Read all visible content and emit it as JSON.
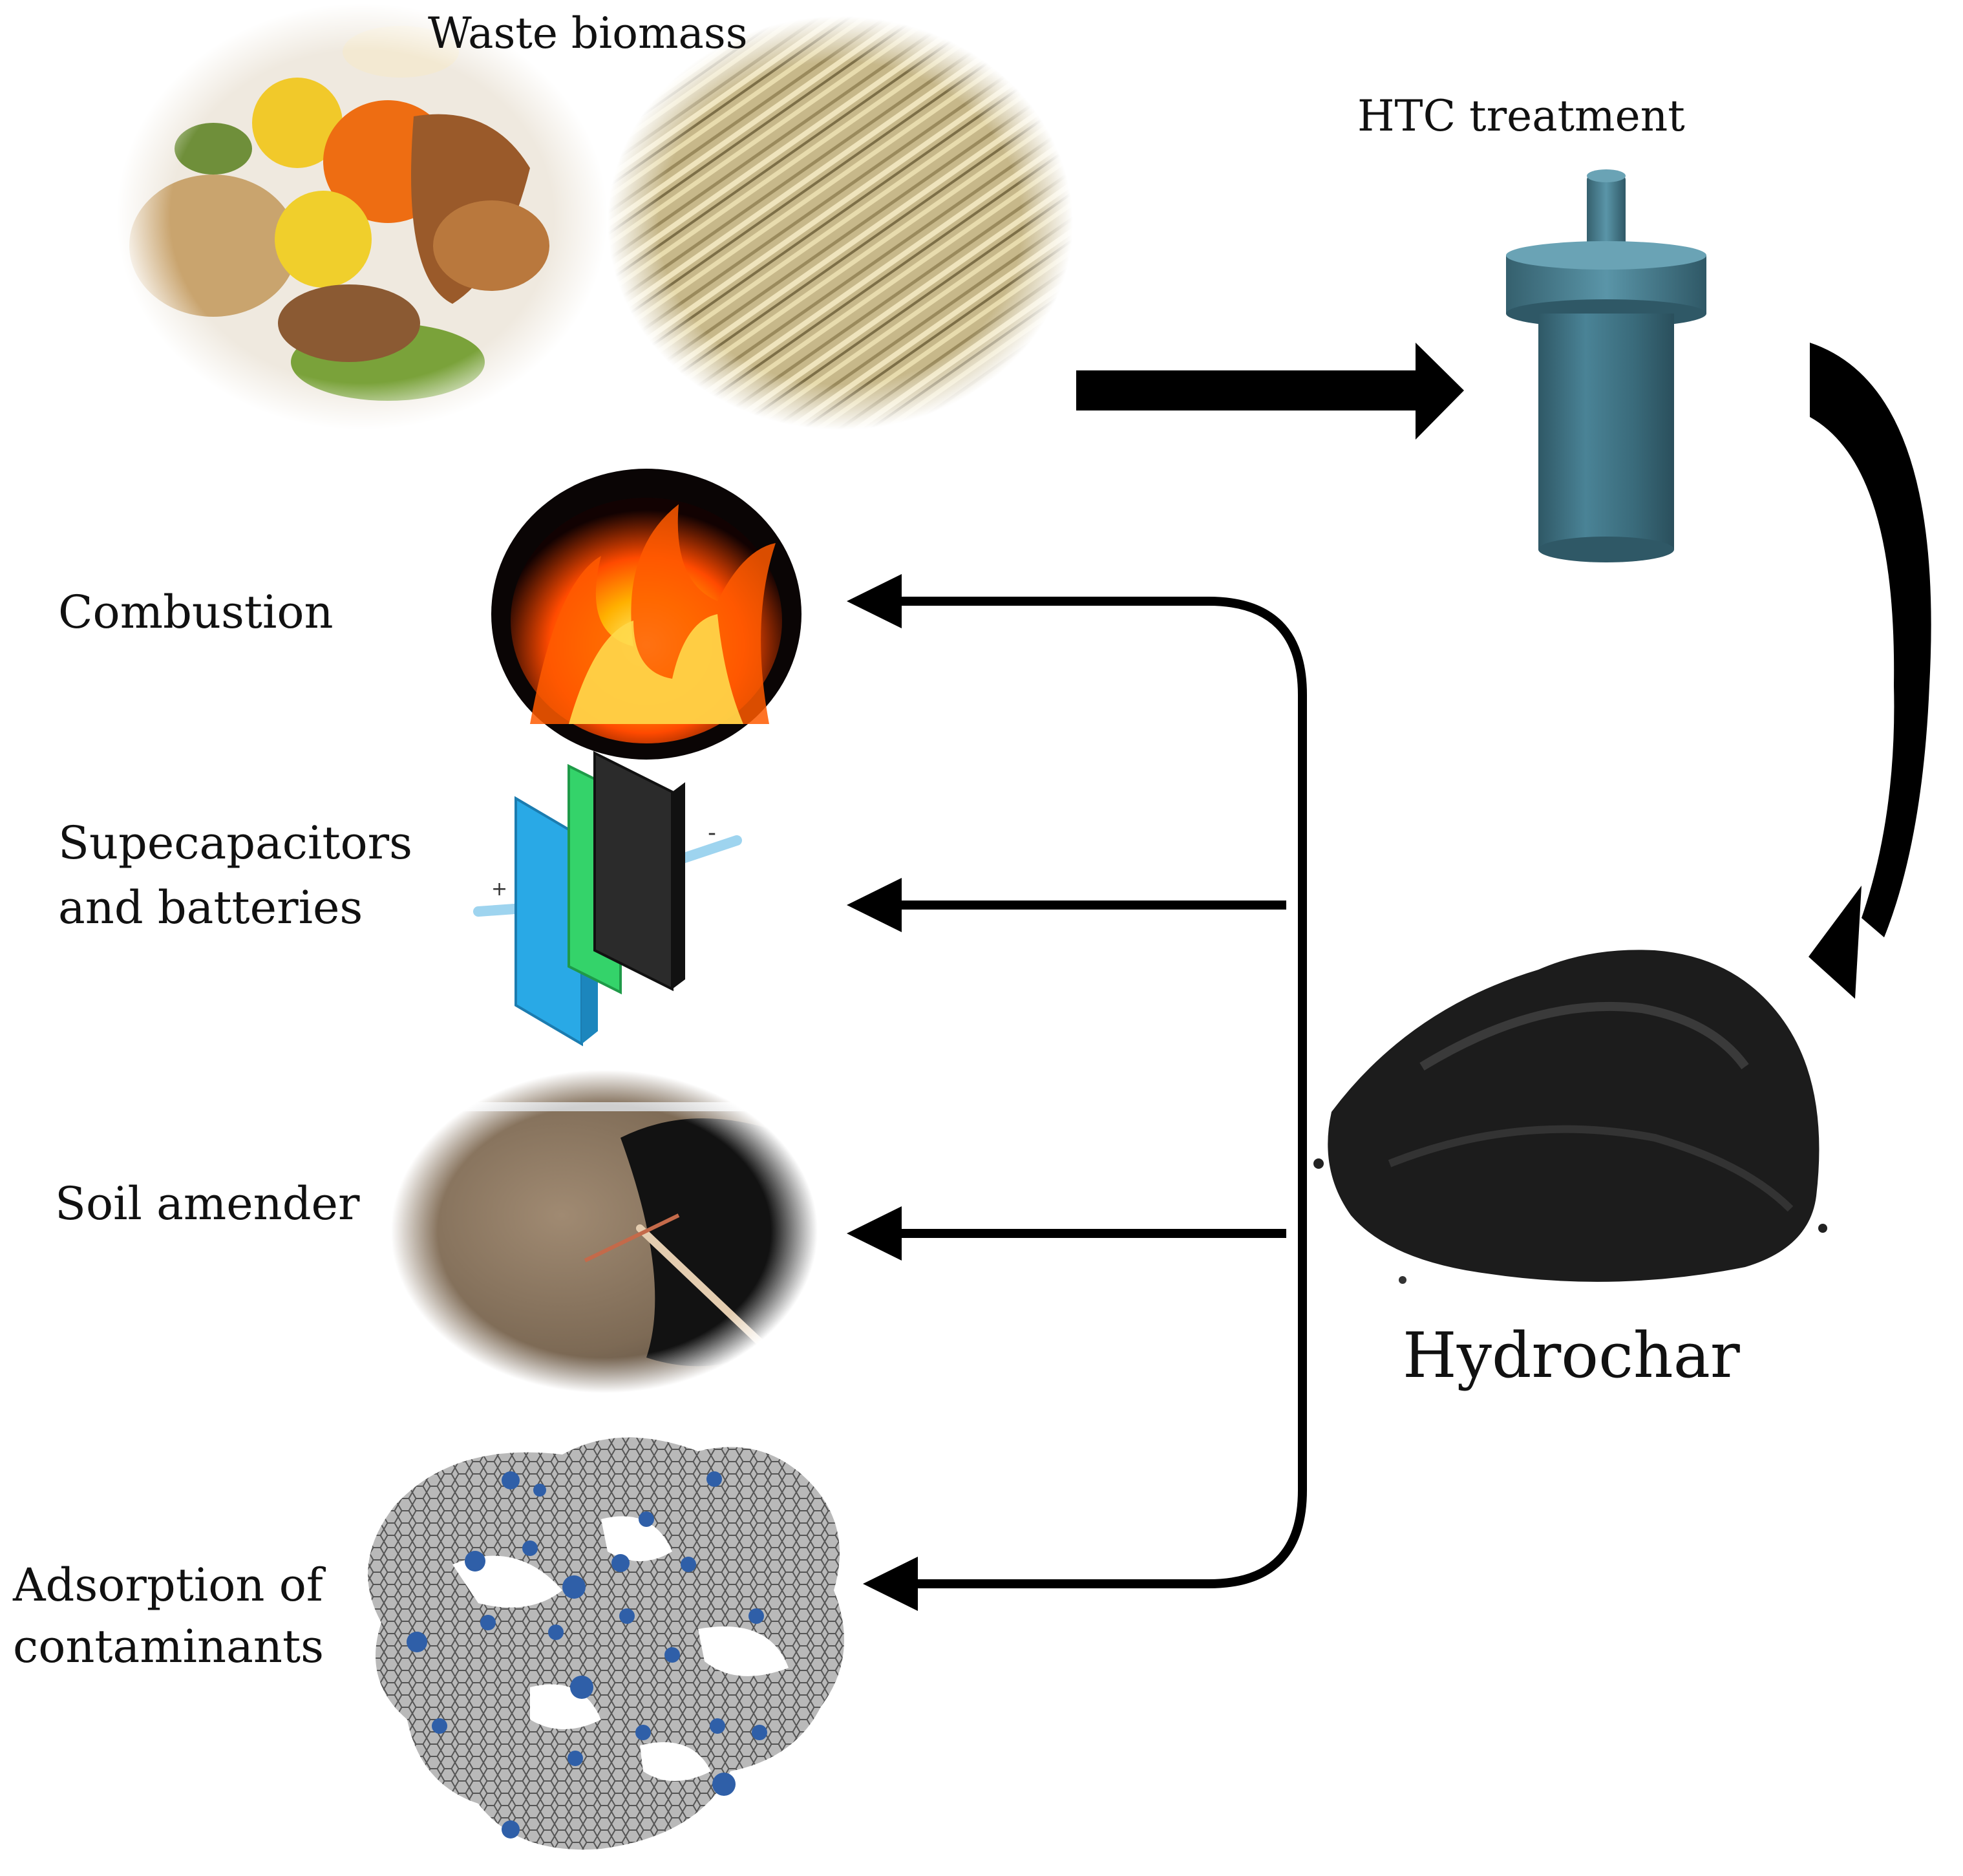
{
  "labels": {
    "waste_biomass": "Waste biomass",
    "htc_treatment": "HTC treatment",
    "hydrochar": "Hydrochar",
    "combustion": "Combustion",
    "supercapacitors_line1": "Supecapacitors",
    "supercapacitors_line2": "and batteries",
    "soil_amender": "Soil amender",
    "adsorption_line1": "Adsorption of",
    "adsorption_line2": "contaminants"
  },
  "battery_terminals": {
    "positive": "+",
    "negative": "-"
  },
  "colors": {
    "arrow": "#000000",
    "reactor": "#3f6f7e",
    "battery_blue": "#29a9e6",
    "battery_green": "#34d36a",
    "contaminant_dot": "#2f5fa8",
    "flame": "#ff6a00"
  }
}
